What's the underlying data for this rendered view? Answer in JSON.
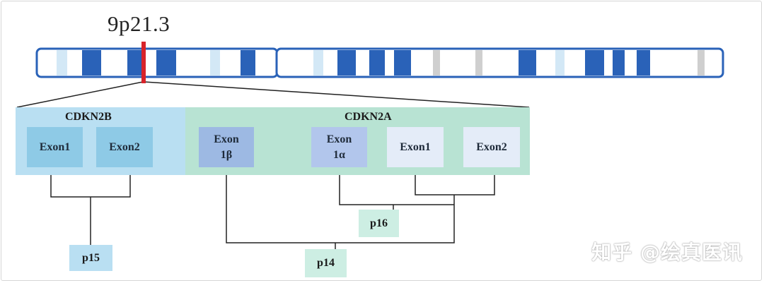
{
  "locus": {
    "label": "9p21.3"
  },
  "genes": {
    "cdkn2b": {
      "label": "CDKN2B",
      "color": "#b9dff2"
    },
    "cdkn2a": {
      "label": "CDKN2A",
      "color": "#b8e3d3"
    }
  },
  "exons": {
    "b_exon1": {
      "label": "Exon1",
      "color": "#8ecae6"
    },
    "b_exon2": {
      "label": "Exon2",
      "color": "#8ecae6"
    },
    "a_exon1beta": {
      "line1": "Exon",
      "line2": "1β",
      "color": "#9db9e3"
    },
    "a_exon1alpha": {
      "line1": "Exon",
      "line2": "1α",
      "color": "#b2c6ec"
    },
    "a_exon1": {
      "label": "Exon1",
      "color": "#e4ecf8"
    },
    "a_exon2": {
      "label": "Exon2",
      "color": "#e4ecf8"
    }
  },
  "proteins": {
    "p15": {
      "label": "p15",
      "color": "#b9dff2"
    },
    "p16": {
      "label": "p16",
      "color": "#cdeee3"
    },
    "p14": {
      "label": "p14",
      "color": "#cdeee3"
    }
  },
  "chromosome": {
    "outline_color": "#2a62b8",
    "dark_band_color": "#2a62b8",
    "light_band_color": "#d3e8f6",
    "gray_band_color": "#cfcfcf",
    "marker_color": "#d8232a"
  },
  "watermark": {
    "text": "知乎 @绘真医讯"
  }
}
